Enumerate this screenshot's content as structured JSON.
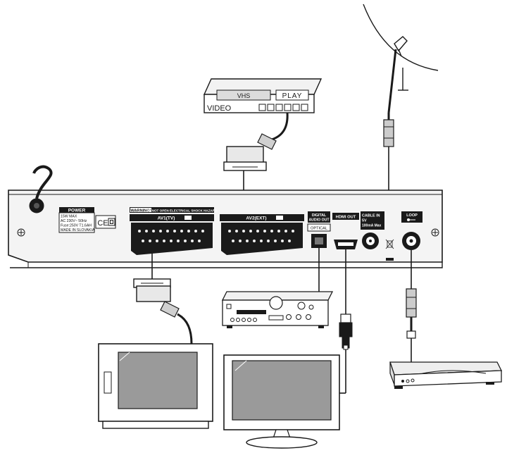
{
  "vcr": {
    "brand": "VHS",
    "display": "PLAY",
    "label": "VIDEO"
  },
  "power_panel": {
    "title": "POWER",
    "line1": "15W MAX",
    "line2": "AC 230V~ 50Hz",
    "line3": "Fuse:250V T1.6AH",
    "line4": "MADE IN SLOVAKIA",
    "ce_mark": "CE"
  },
  "warning": {
    "badge": "WARNING!",
    "text": "DO NOT OPEN ELECTRICAL SHOCK HAZARD"
  },
  "ports": {
    "av1": "AV1(TV)",
    "av2": "AV2(EXT)",
    "digital_audio_1": "DIGITAL",
    "digital_audio_2": "AUDIO OUT",
    "optical": "OPTICAL",
    "hdmi": "HDMI OUT",
    "cable_in_1": "CABLE IN",
    "cable_in_2": "5V",
    "cable_in_3": "100mA Max",
    "loop": "LOOP"
  },
  "colors": {
    "outline": "#1a1a1a",
    "panel_fill": "#ececec",
    "label_dark": "#1a1a1a",
    "screen_fill": "#9a9a9a"
  }
}
